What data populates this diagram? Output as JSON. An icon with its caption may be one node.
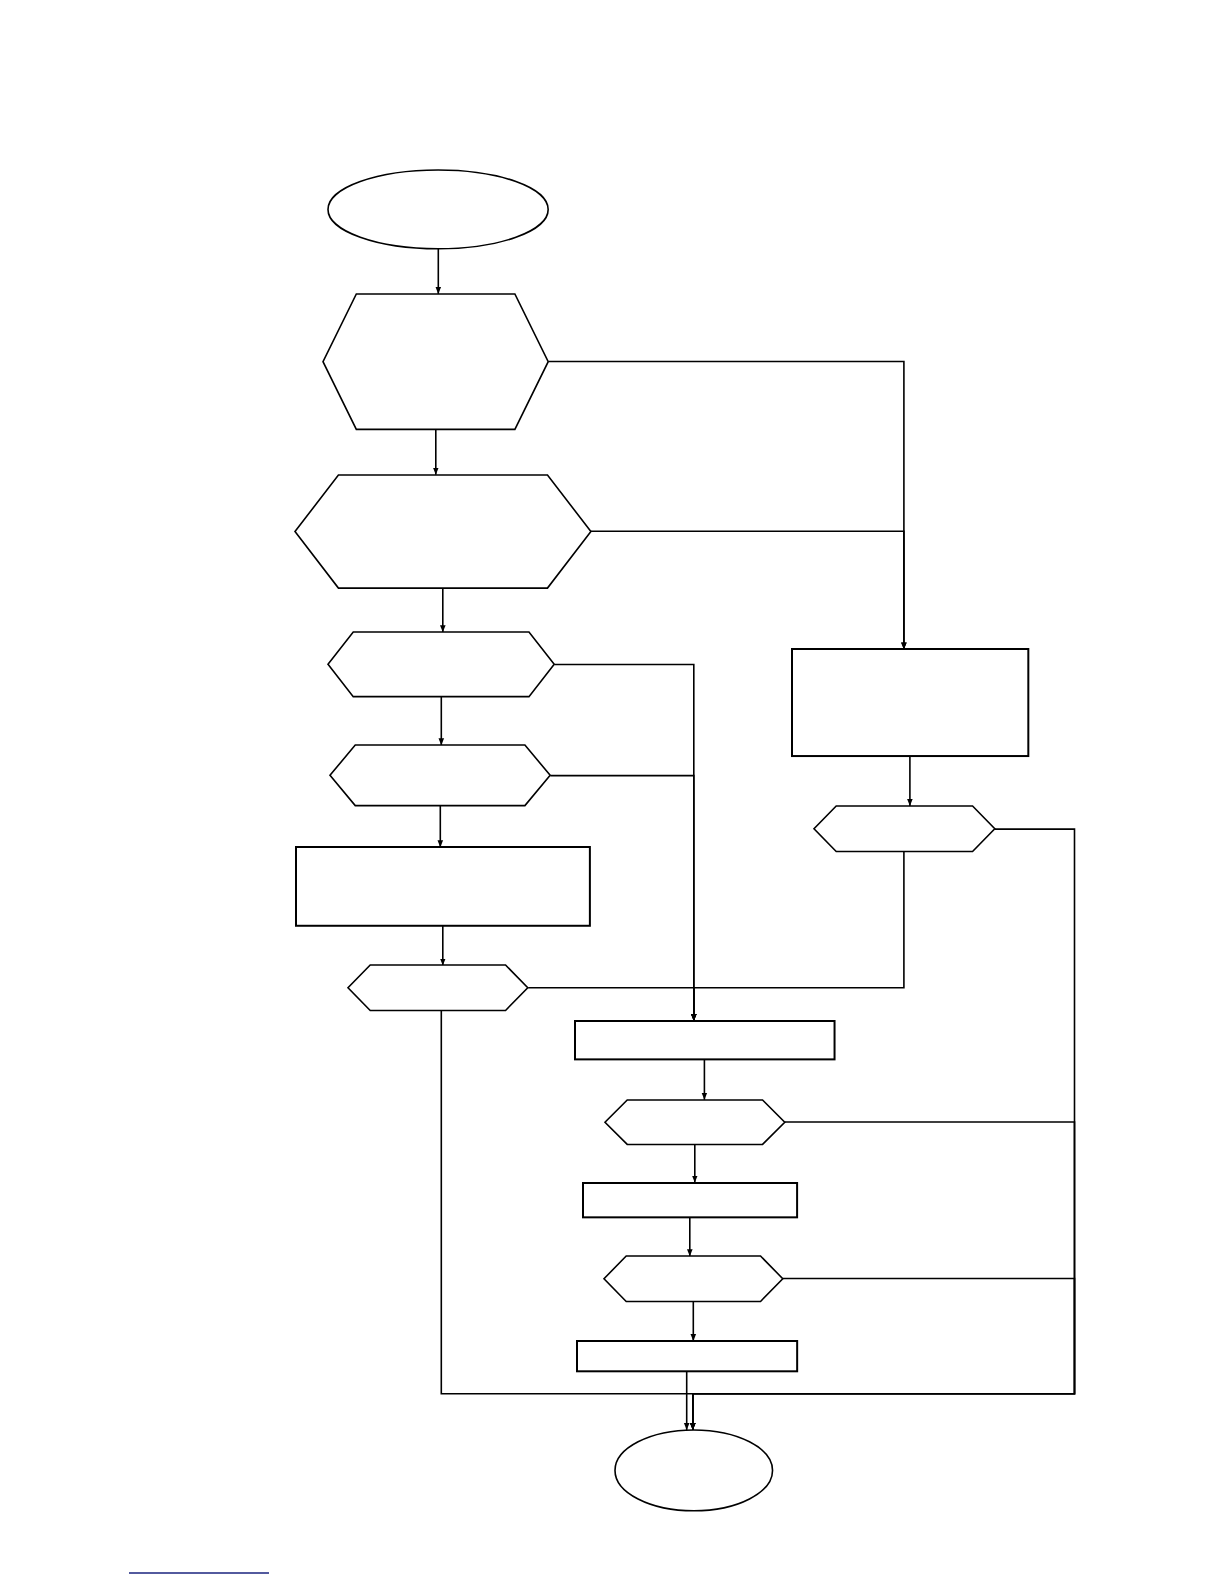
{
  "diagram": {
    "nodes": [
      {
        "text": [],
        "shape": "ellipse"
      },
      {
        "text": [],
        "shape": "hexagon"
      },
      {
        "text": [],
        "shape": "hexagon"
      },
      {
        "text": [],
        "shape": "hexagon"
      },
      {
        "text": [],
        "shape": "hexagon"
      },
      {
        "text": [],
        "shape": "box"
      },
      {
        "text": [],
        "shape": "hexagon"
      },
      {
        "text": [],
        "shape": "box"
      },
      {
        "text": [],
        "shape": "hexagon"
      },
      {
        "text": [],
        "shape": "box"
      },
      {
        "text": [],
        "shape": "hexagon"
      },
      {
        "text": [],
        "shape": "box"
      },
      {
        "text": [],
        "shape": "hexagon"
      },
      {
        "text": [],
        "shape": "box"
      },
      {
        "text": [],
        "shape": "ellipse"
      }
    ],
    "edges": [
      {
        "from": 0,
        "to": 1,
        "arrow": "to"
      },
      {
        "from": 1,
        "to": 2,
        "arrow": "to"
      },
      {
        "from": 2,
        "to": 3,
        "arrow": "to"
      },
      {
        "from": 3,
        "to": 4,
        "arrow": "to"
      },
      {
        "from": 4,
        "to": 5,
        "arrow": "to"
      },
      {
        "from": 5,
        "to": 6,
        "arrow": "to"
      },
      {
        "from": 1,
        "to": 7,
        "arrow": "to"
      },
      {
        "from": 2,
        "to": 7,
        "arrow": "to"
      },
      {
        "from": 7,
        "to": 8,
        "arrow": "to"
      },
      {
        "from": 3,
        "to": 9,
        "arrow": "to"
      },
      {
        "from": 4,
        "to": 9,
        "arrow": "to"
      },
      {
        "from": 6,
        "to": 9,
        "arrow": "to"
      },
      {
        "from": 8,
        "to": 9,
        "arrow": "to"
      },
      {
        "from": 9,
        "to": 10,
        "arrow": "to"
      },
      {
        "from": 10,
        "to": 11,
        "arrow": "to"
      },
      {
        "from": 11,
        "to": 12,
        "arrow": "to"
      },
      {
        "from": 12,
        "to": 13,
        "arrow": "to"
      },
      {
        "from": 13,
        "to": 14,
        "arrow": "to"
      },
      {
        "from": 6,
        "to": 14,
        "arrow": "to"
      },
      {
        "from": 8,
        "to": 14,
        "arrow": "to"
      },
      {
        "from": 10,
        "to": 14,
        "arrow": "to"
      },
      {
        "from": 12,
        "to": 14,
        "arrow": "to"
      }
    ]
  }
}
